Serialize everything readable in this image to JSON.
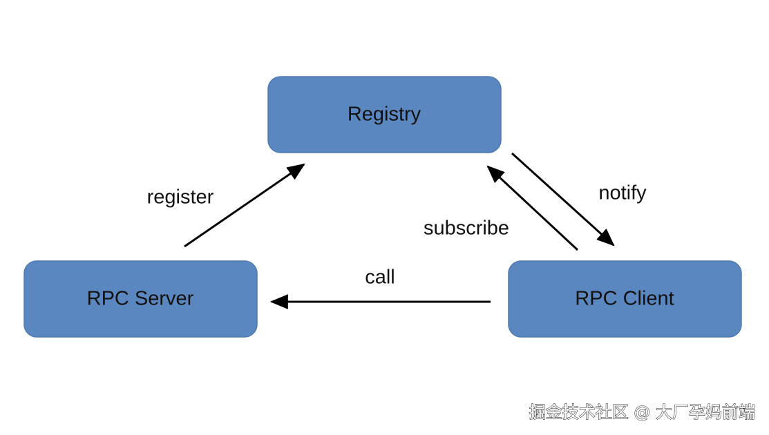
{
  "nodes": {
    "registry": "Registry",
    "server": "RPC Server",
    "client": "RPC Client"
  },
  "edges": {
    "register": "register",
    "notify": "notify",
    "subscribe": "subscribe",
    "call": "call"
  },
  "colors": {
    "node_fill": "#5b87c0",
    "node_stroke": "#4f79b0",
    "arrow": "#000000"
  },
  "watermark": "掘金技术社区 @ 大厂孕妈前端"
}
